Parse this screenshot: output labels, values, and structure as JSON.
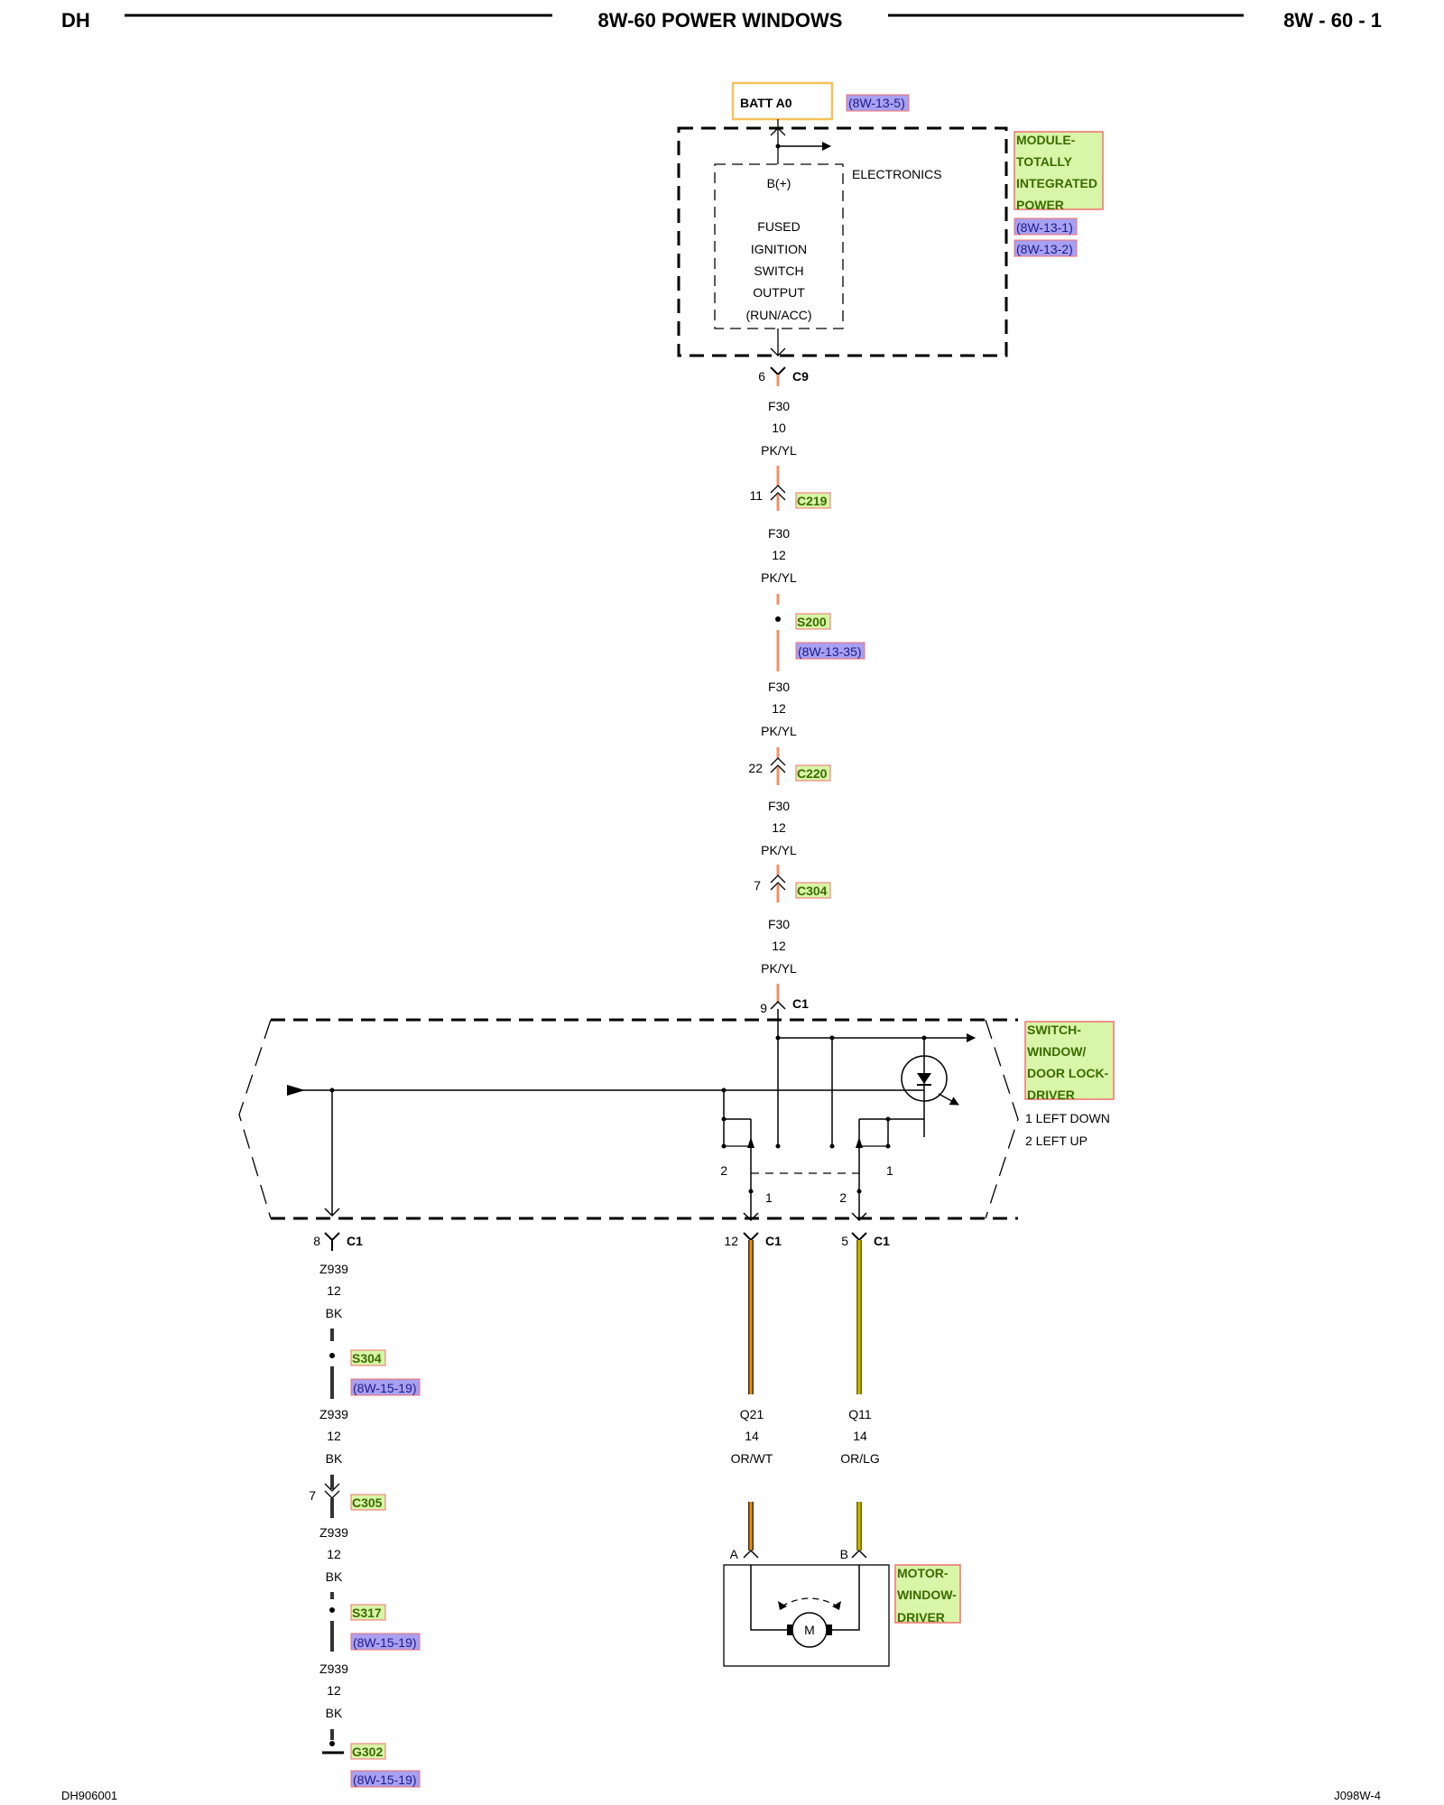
{
  "header": {
    "left": "DH",
    "title": "8W-60 POWER WINDOWS",
    "right": "8W - 60 - 1"
  },
  "footer": {
    "left": "DH906001",
    "right": "J098W-4"
  },
  "colors": {
    "pk_yl": "#f0906a",
    "or_wt": "#f08c00",
    "or_lg": "#c8b400",
    "bk": "#333333",
    "ref_bg": "#a8a0f0",
    "label_bg": "#d8f5a8",
    "label_border": "#f07070",
    "batt_border": "#f5c25a"
  },
  "tipm": {
    "batt": "BATT A0",
    "batt_ref": "(8W-13-5)",
    "b_plus": "B(+)",
    "electronics": "ELECTRONICS",
    "fused": [
      "FUSED",
      "IGNITION",
      "SWITCH",
      "OUTPUT",
      "(RUN/ACC)"
    ],
    "name": [
      "MODULE-",
      "TOTALLY",
      "INTEGRATED",
      "POWER"
    ],
    "refs": [
      "(8W-13-1)",
      "(8W-13-2)"
    ]
  },
  "feed": {
    "c9": {
      "pin": "6",
      "name": "C9"
    },
    "w1": [
      "F30",
      "10",
      "PK/YL"
    ],
    "c219": {
      "pin": "11",
      "name": "C219"
    },
    "w2": [
      "F30",
      "12",
      "PK/YL"
    ],
    "s200": {
      "name": "S200",
      "ref": "(8W-13-35)"
    },
    "w3": [
      "F30",
      "12",
      "PK/YL"
    ],
    "c220": {
      "pin": "22",
      "name": "C220"
    },
    "w4": [
      "F30",
      "12",
      "PK/YL"
    ],
    "c304": {
      "pin": "7",
      "name": "C304"
    },
    "w5": [
      "F30",
      "12",
      "PK/YL"
    ],
    "c1": {
      "pin": "9",
      "name": "C1"
    }
  },
  "switch": {
    "name": [
      "SWITCH-",
      "WINDOW/",
      "DOOR LOCK-",
      "DRIVER"
    ],
    "legend": [
      "1 LEFT DOWN",
      "2 LEFT UP"
    ],
    "pos_left_top": "2",
    "pos_left_bot": "1",
    "pos_right_top": "1",
    "pos_right_bot": "2"
  },
  "ground": {
    "c1": {
      "pin": "8",
      "name": "C1"
    },
    "w1": [
      "Z939",
      "12",
      "BK"
    ],
    "s304": {
      "name": "S304",
      "ref": "(8W-15-19)"
    },
    "w2": [
      "Z939",
      "12",
      "BK"
    ],
    "c305": {
      "pin": "7",
      "name": "C305"
    },
    "w3": [
      "Z939",
      "12",
      "BK"
    ],
    "s317": {
      "name": "S317",
      "ref": "(8W-15-19)"
    },
    "w4": [
      "Z939",
      "12",
      "BK"
    ],
    "g302": {
      "name": "G302",
      "ref": "(8W-15-19)"
    }
  },
  "q21": {
    "c1_pin": "12",
    "c1_name": "C1",
    "wire": [
      "Q21",
      "14",
      "OR/WT"
    ],
    "motor_pin": "A"
  },
  "q11": {
    "c1_pin": "5",
    "c1_name": "C1",
    "wire": [
      "Q11",
      "14",
      "OR/LG"
    ],
    "motor_pin": "B"
  },
  "motor": {
    "symbol": "M",
    "name": [
      "MOTOR-",
      "WINDOW-",
      "DRIVER"
    ]
  }
}
